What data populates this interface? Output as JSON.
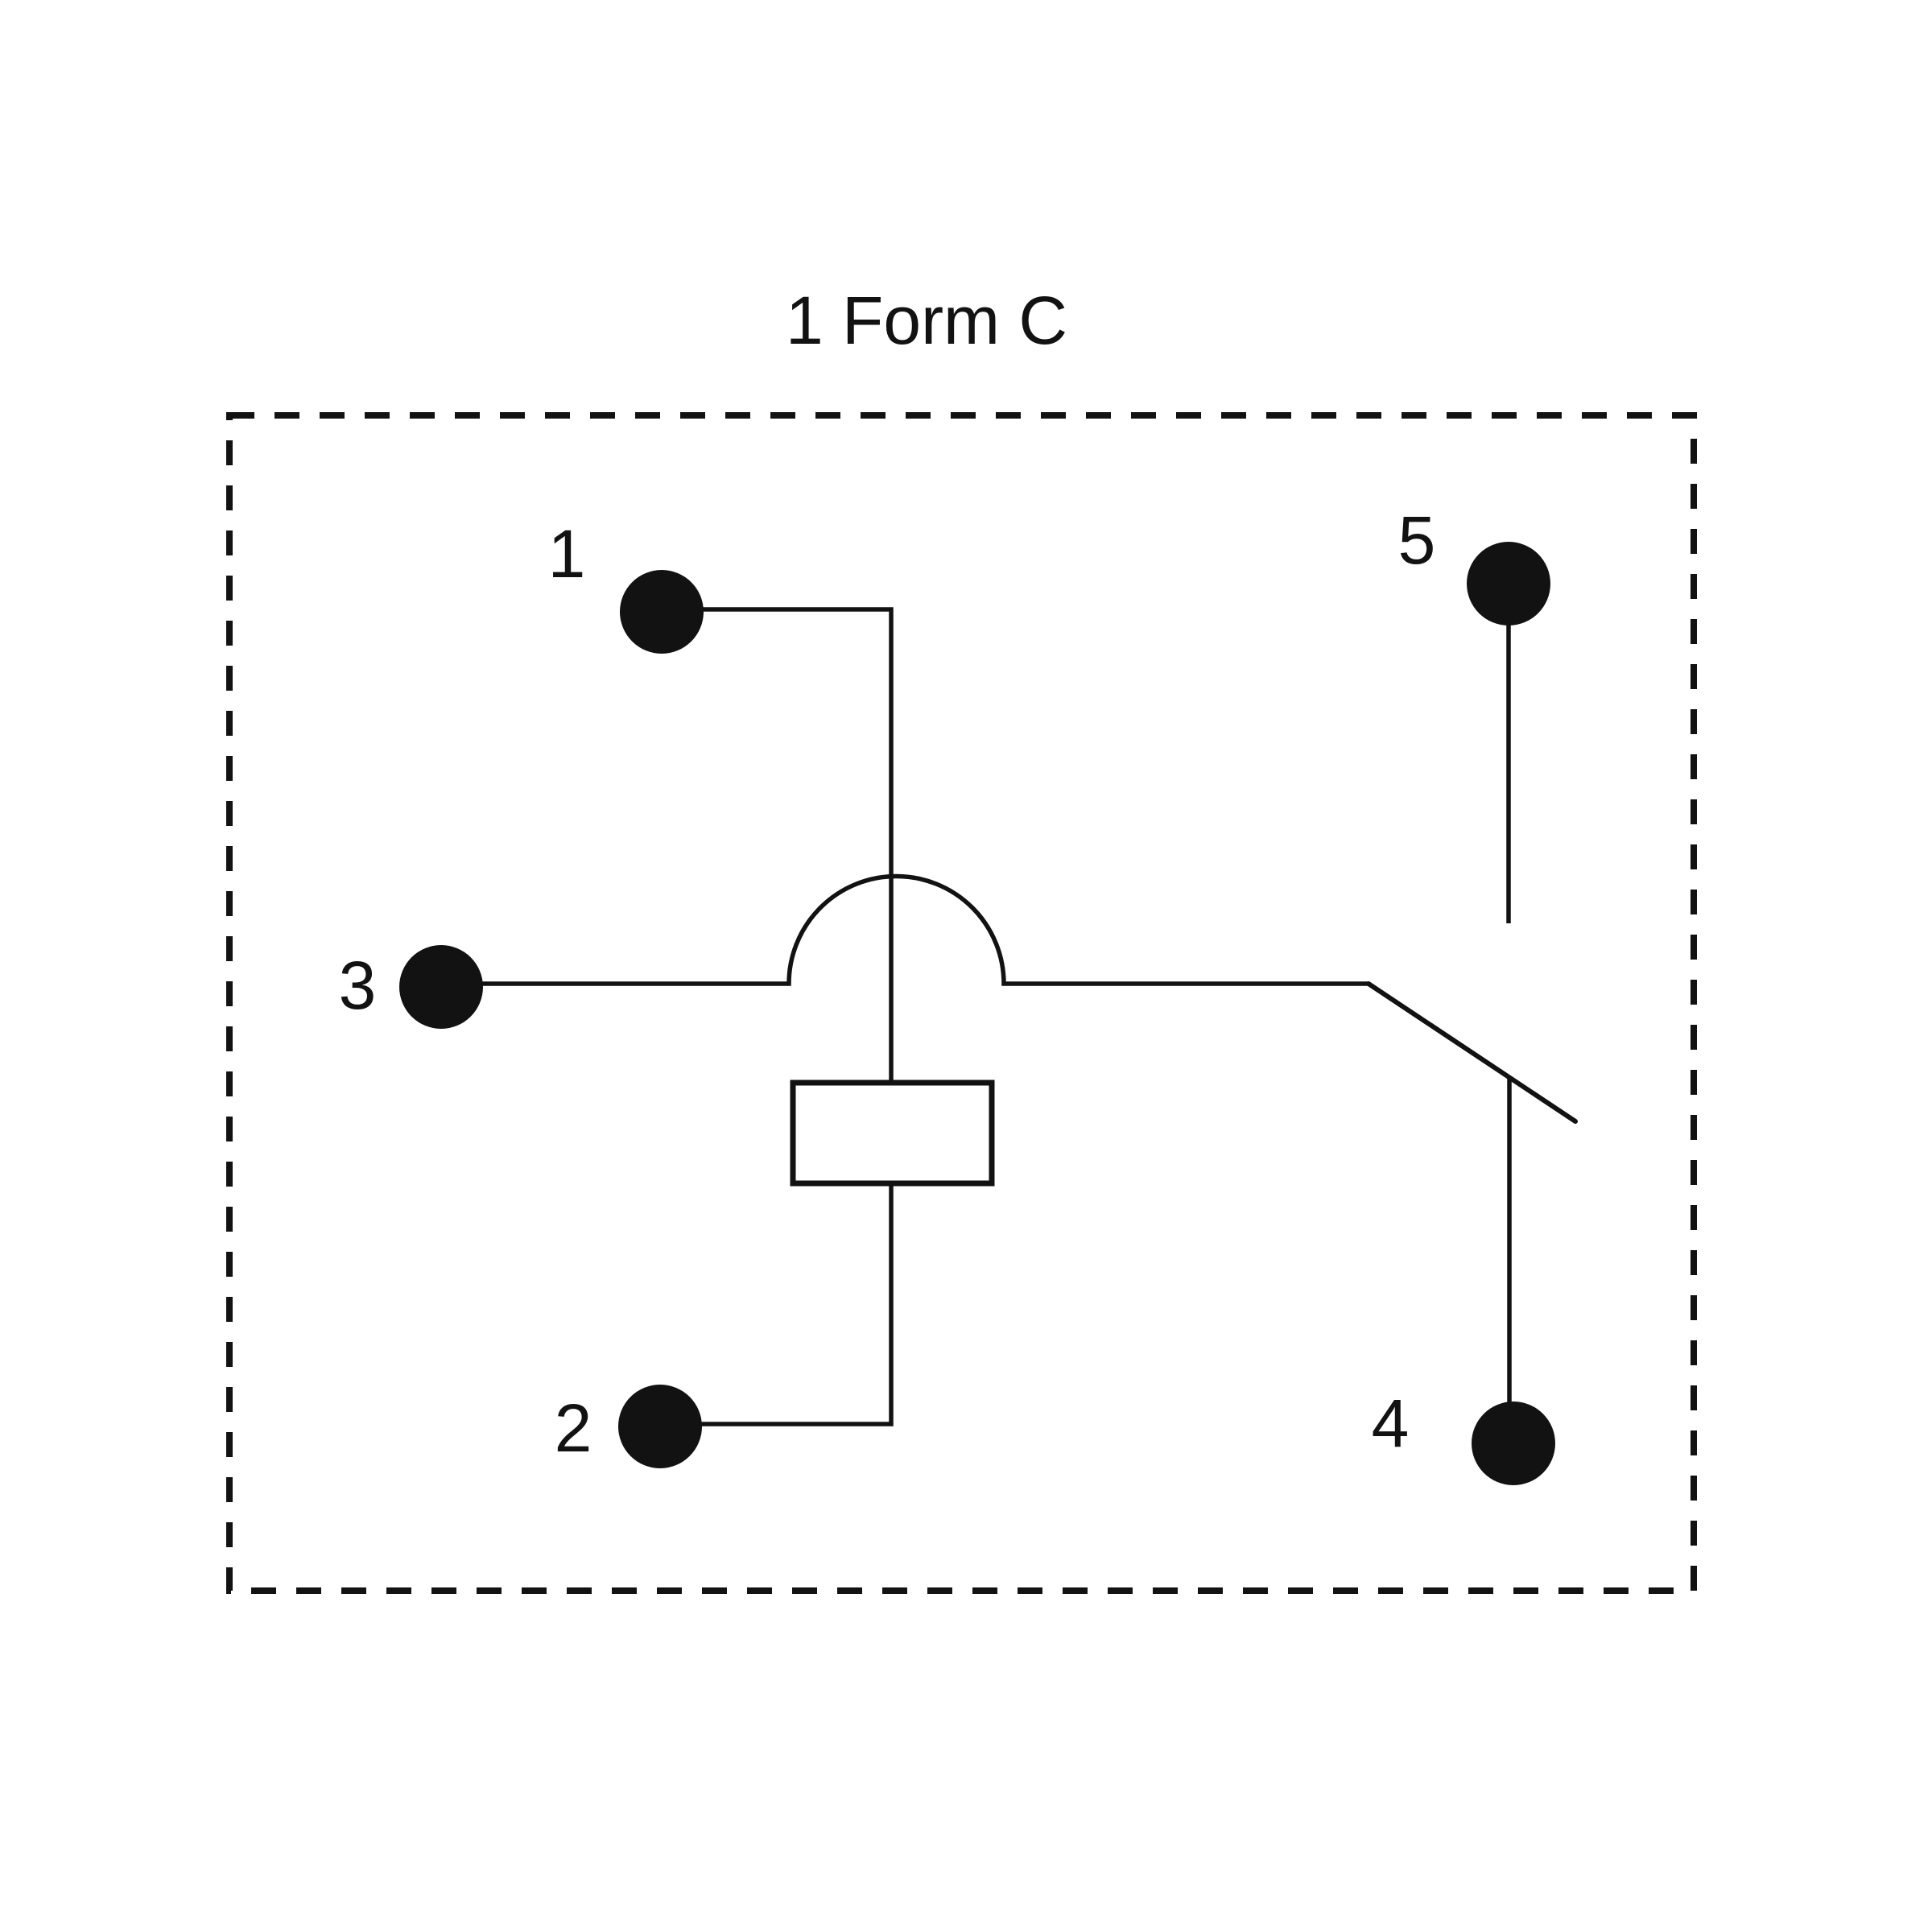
{
  "diagram": {
    "title": "1 Form C",
    "terminals": [
      {
        "label": "1"
      },
      {
        "label": "2"
      },
      {
        "label": "3"
      },
      {
        "label": "4"
      },
      {
        "label": "5"
      }
    ],
    "colors": {
      "line": "#121212",
      "background": "#ffffff"
    }
  }
}
